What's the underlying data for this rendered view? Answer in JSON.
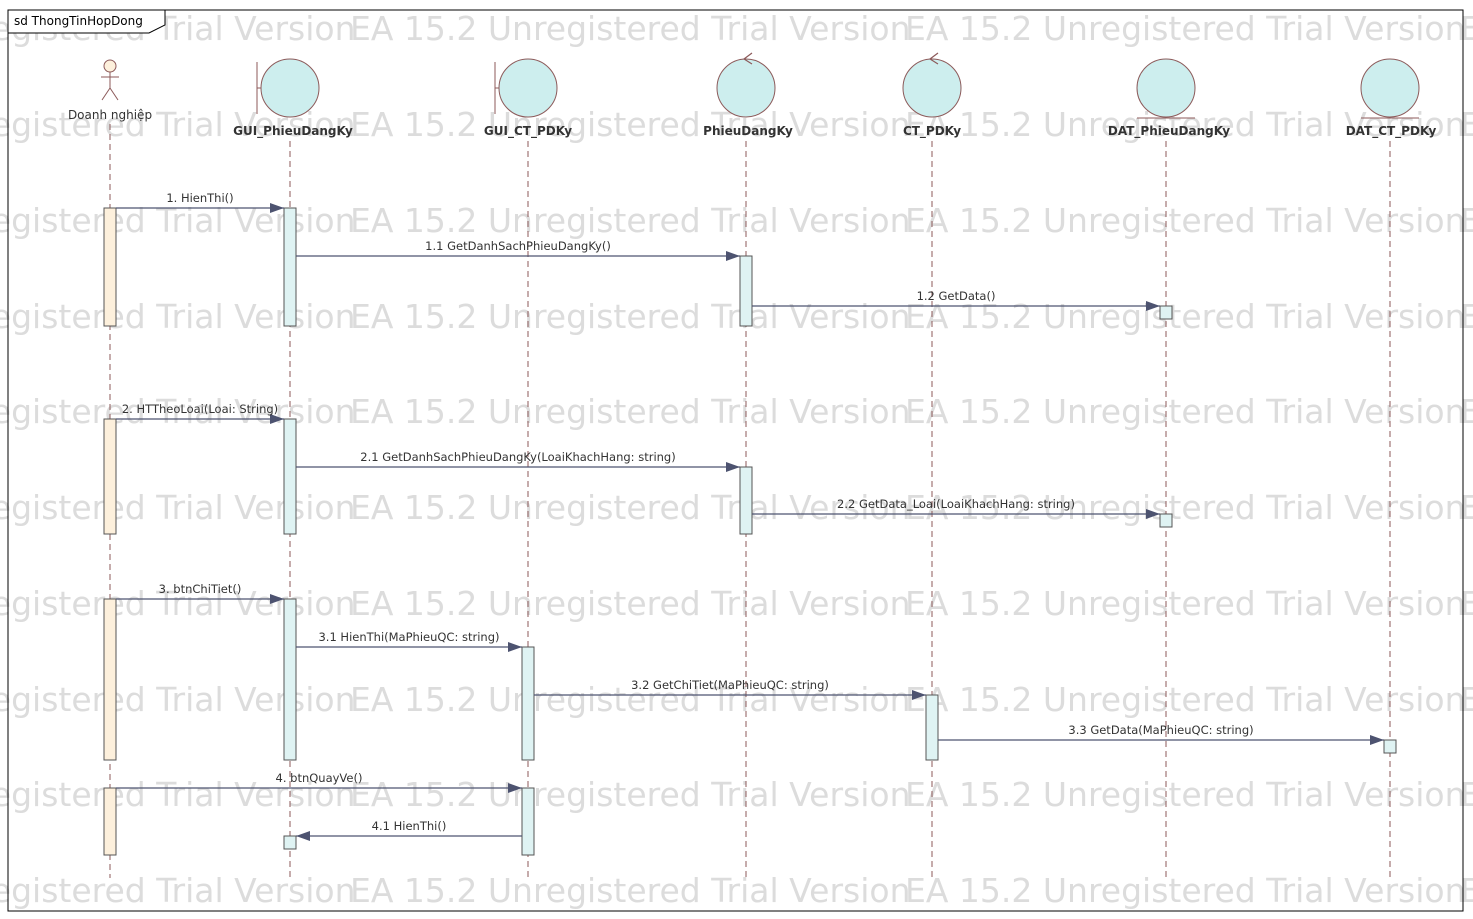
{
  "frame": {
    "title": "sd ThongTinHopDong"
  },
  "watermark": {
    "text": "EA 15.2 Unregistered Trial Version"
  },
  "colors": {
    "background": "#ffffff",
    "frame_border": "#000000",
    "lifeline": "#8c5a5a",
    "actor_activation": "#fdf0dc",
    "activation": "#dff3f3",
    "activation_border": "#555555",
    "head_fill": "#cdeeee",
    "message_line": "#4d5370",
    "watermark": "#dcdcdc"
  },
  "lifelines": [
    {
      "id": "actor",
      "name": "Doanh nghiệp",
      "type": "actor"
    },
    {
      "id": "gui_pdk",
      "name": "GUI_PhieuDangKy",
      "type": "boundary"
    },
    {
      "id": "gui_ct",
      "name": "GUI_CT_PDKy",
      "type": "boundary"
    },
    {
      "id": "pdk",
      "name": "PhieuDangKy",
      "type": "control"
    },
    {
      "id": "ct",
      "name": "CT_PDKy",
      "type": "control"
    },
    {
      "id": "dat_pdk",
      "name": "DAT_PhieuDangKy",
      "type": "entity"
    },
    {
      "id": "dat_ct",
      "name": "DAT_CT_PDKy",
      "type": "entity"
    }
  ],
  "messages": [
    {
      "label": "1. HienThi()",
      "from": "actor",
      "to": "gui_pdk"
    },
    {
      "label": "1.1 GetDanhSachPhieuDangKy()",
      "from": "gui_pdk",
      "to": "pdk"
    },
    {
      "label": "1.2 GetData()",
      "from": "pdk",
      "to": "dat_pdk"
    },
    {
      "label": "2. HTTheoLoai(Loai: String)",
      "from": "actor",
      "to": "gui_pdk"
    },
    {
      "label": "2.1 GetDanhSachPhieuDangKy(LoaiKhachHang: string)",
      "from": "gui_pdk",
      "to": "pdk"
    },
    {
      "label": "2.2 GetData_Loai(LoaiKhachHang: string)",
      "from": "pdk",
      "to": "dat_pdk"
    },
    {
      "label": "3.   btnChiTiet()",
      "from": "actor",
      "to": "gui_pdk"
    },
    {
      "label": "3.1 HienThi(MaPhieuQC: string)",
      "from": "gui_pdk",
      "to": "gui_ct"
    },
    {
      "label": "3.2 GetChiTiet(MaPhieuQC: string)",
      "from": "gui_ct",
      "to": "ct"
    },
    {
      "label": "3.3 GetData(MaPhieuQC: string)",
      "from": "ct",
      "to": "dat_ct"
    },
    {
      "label": "4. btnQuayVe()",
      "from": "actor",
      "to": "gui_ct"
    },
    {
      "label": "4.1 HienThi()",
      "from": "gui_ct",
      "to": "gui_pdk"
    }
  ]
}
